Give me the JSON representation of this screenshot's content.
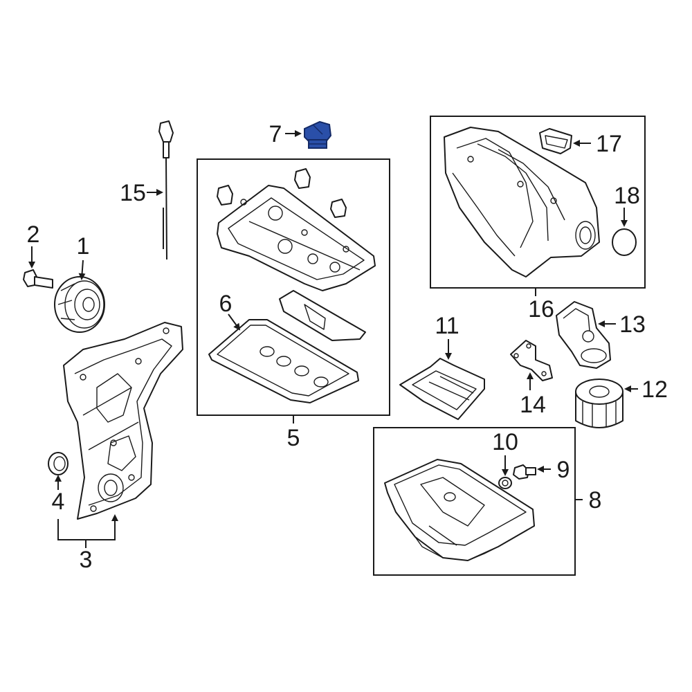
{
  "callouts": {
    "c1": "1",
    "c2": "2",
    "c3": "3",
    "c4": "4",
    "c5": "5",
    "c6": "6",
    "c7": "7",
    "c8": "8",
    "c9": "9",
    "c10": "10",
    "c11": "11",
    "c12": "12",
    "c13": "13",
    "c14": "14",
    "c15": "15",
    "c16": "16",
    "c17": "17",
    "c18": "18"
  },
  "colors": {
    "line": "#1a1a1a",
    "highlight": "#2a4fa8",
    "highlight_dark": "#142a66"
  },
  "highlighted_part": "7"
}
